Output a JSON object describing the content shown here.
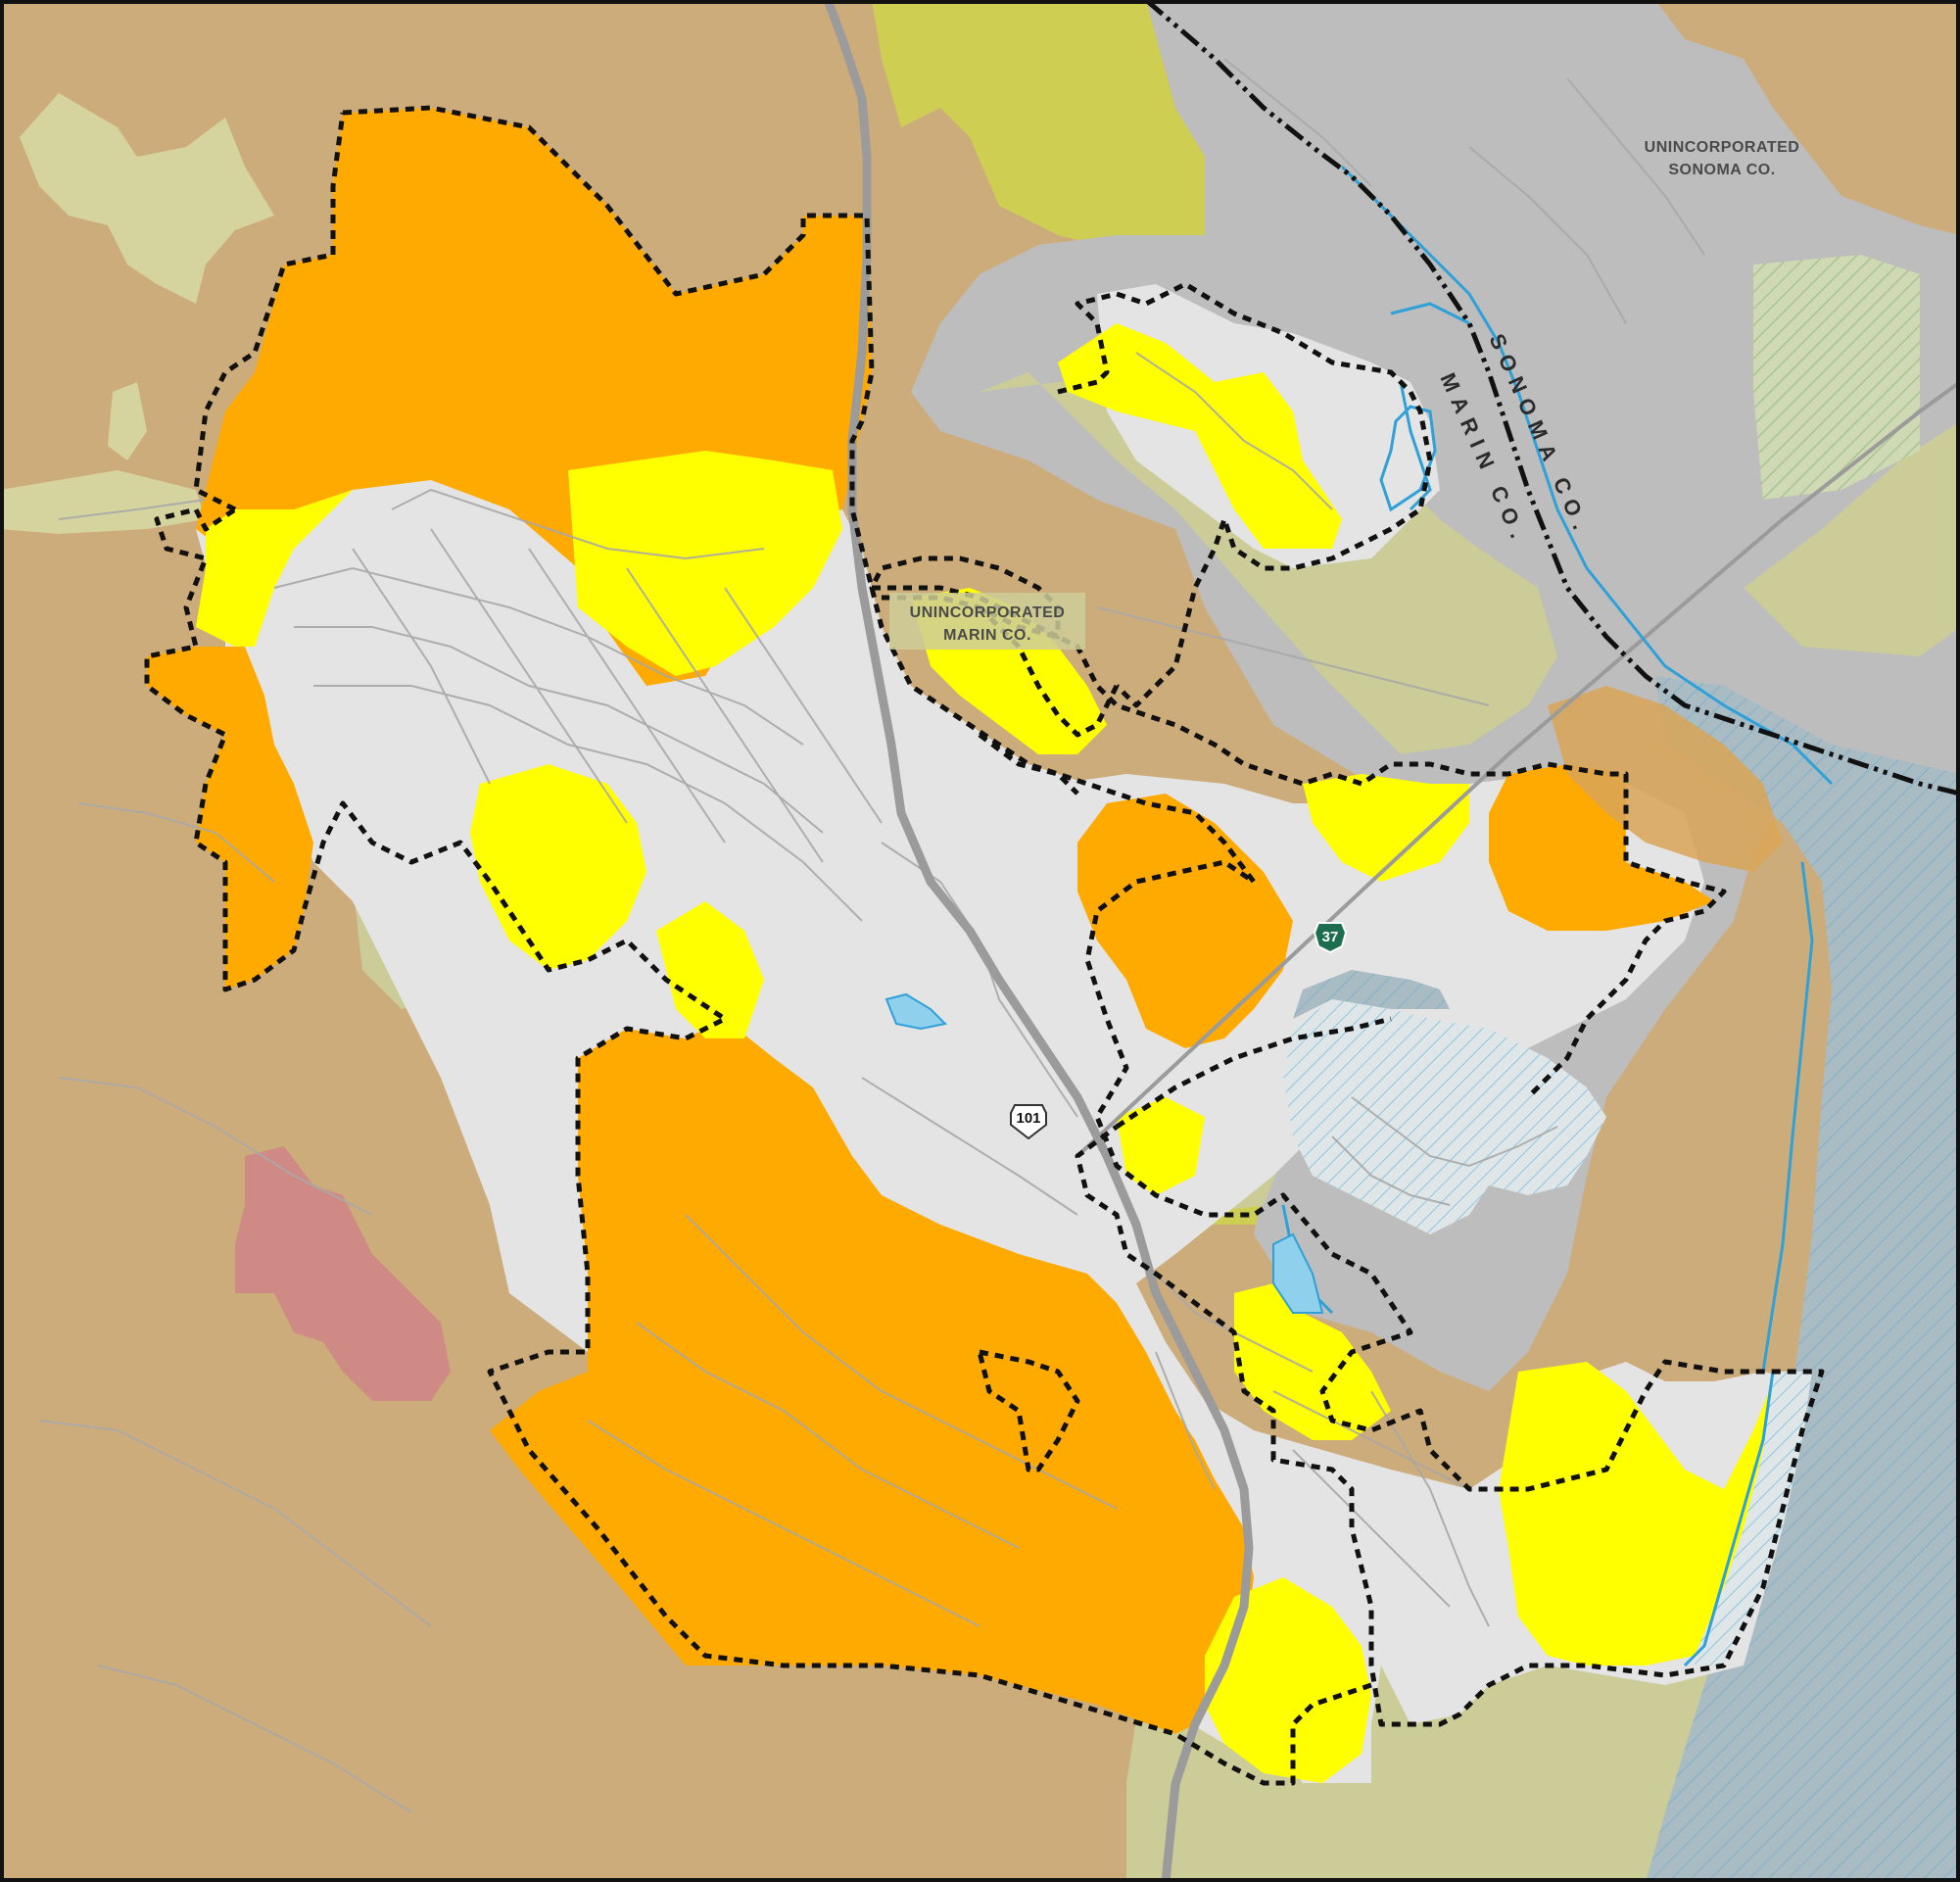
{
  "map": {
    "colors": {
      "background_hills": "#cdac7b",
      "open_space_light": "#d6d49e",
      "agricultural_green": "#cccc99",
      "olive_zone": "#cece52",
      "gray_land": "#bdbdbd",
      "bay_water": "#a9bcc4",
      "city_light_gray": "#e4e4e4",
      "high_hazard_orange": "#ffaa00",
      "moderate_hazard_yellow": "#ffff00",
      "very_high_pink": "#cf8a85",
      "streets": "#a8a8a8",
      "freeway": "#9b9b9b",
      "city_limits_border": "#111111",
      "county_line": "#111111",
      "water_lines": "#2fa0d8"
    },
    "labels": {
      "unincorporated_marin": [
        "UNINCORPORATED",
        "MARIN CO."
      ],
      "unincorporated_sonoma": [
        "UNINCORPORATED",
        "SONOMA CO."
      ],
      "sonoma_county_line": "SONOMA CO.",
      "marin_county_line": "MARIN CO."
    },
    "route_shields": {
      "us_101": "101",
      "ca_37": "37"
    }
  }
}
